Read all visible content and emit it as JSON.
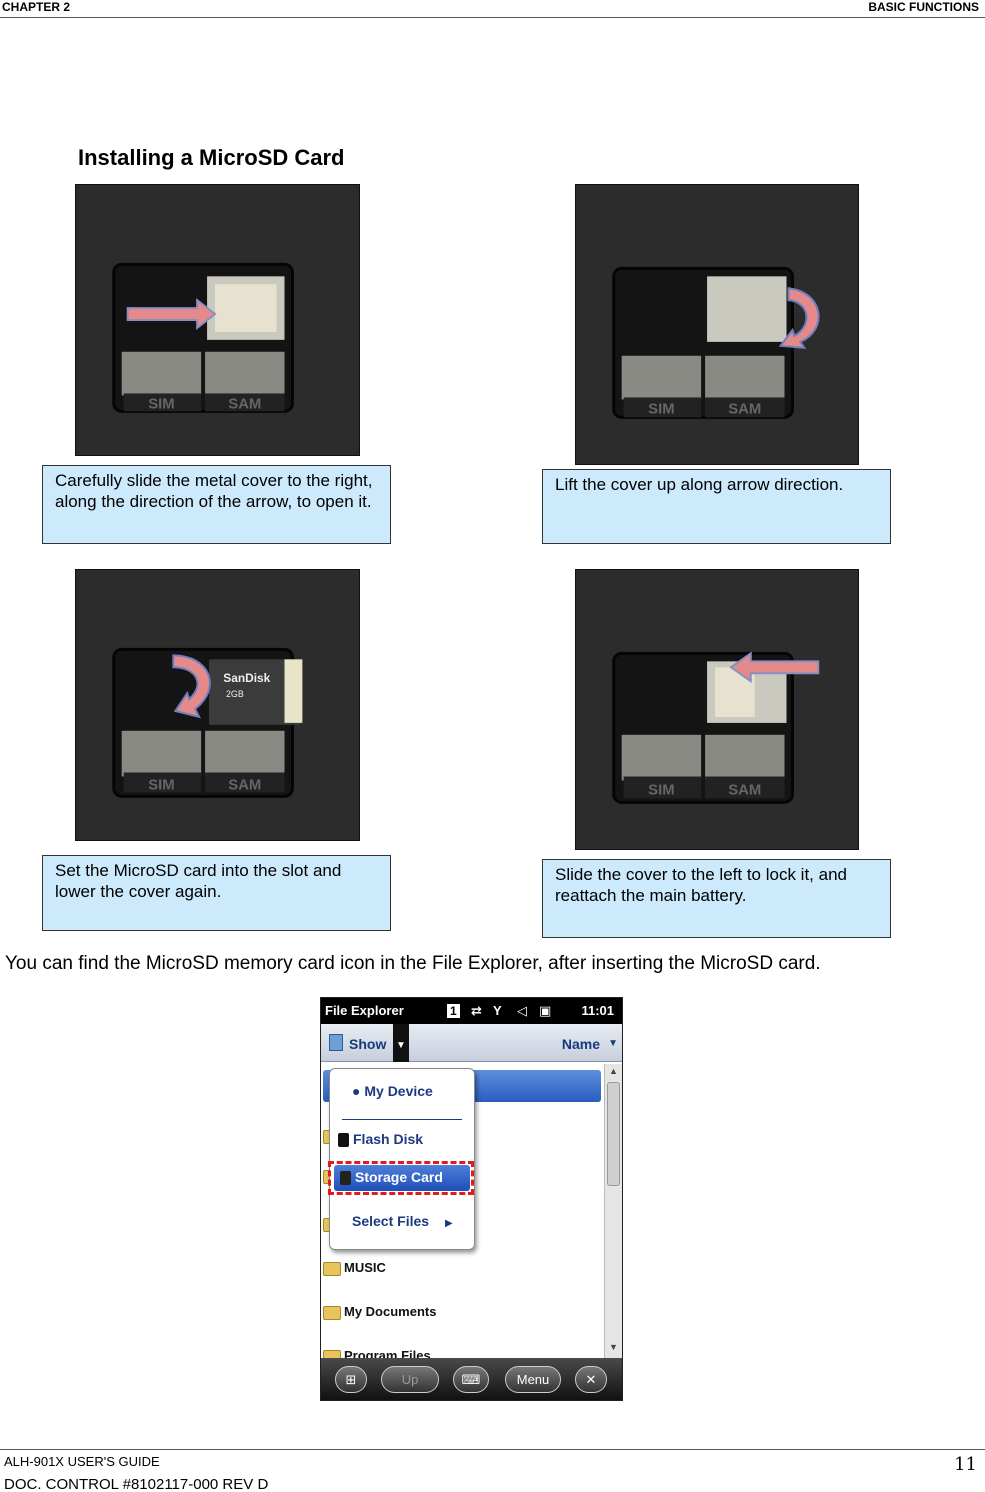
{
  "header": {
    "chapter": "CHAPTER 2",
    "section": "BASIC FUNCTIONS"
  },
  "title": "Installing a MicroSD Card",
  "steps": [
    {
      "caption": "Carefully slide the metal cover to the right, along the direction of the arrow, to open it."
    },
    {
      "caption": "Lift the cover up along arrow direction."
    },
    {
      "caption": "Set the MicroSD card into the slot and lower the cover again."
    },
    {
      "caption": "Slide the cover to the left to lock it, and reattach the main battery."
    }
  ],
  "photo_labels": {
    "sim": "SIM",
    "sam": "SAM",
    "card_brand": "SanDisk",
    "card_size": "2GB"
  },
  "paragraph": "You can find the MicroSD memory card icon in the File Explorer, after inserting the MicroSD card.",
  "phone": {
    "title": "File Explorer",
    "badge": "1",
    "time": "11:01",
    "show": "Show",
    "sort": "Name",
    "menu_items": [
      "My Device",
      "Flash Disk",
      "Storage Card",
      "Select Files"
    ],
    "folders": [
      "MUSIC",
      "My Documents",
      "Program Files"
    ],
    "buttons": {
      "up": "Up",
      "menu": "Menu"
    }
  },
  "footer": {
    "guide": "ALH-901X USER'S GUIDE",
    "doc": "DOC. CONTROL #8102117-000 REV D",
    "page": "11"
  },
  "colors": {
    "caption_bg": "#cdeafd",
    "arrow": "#e48a8a",
    "highlight": "#e21a1a"
  }
}
